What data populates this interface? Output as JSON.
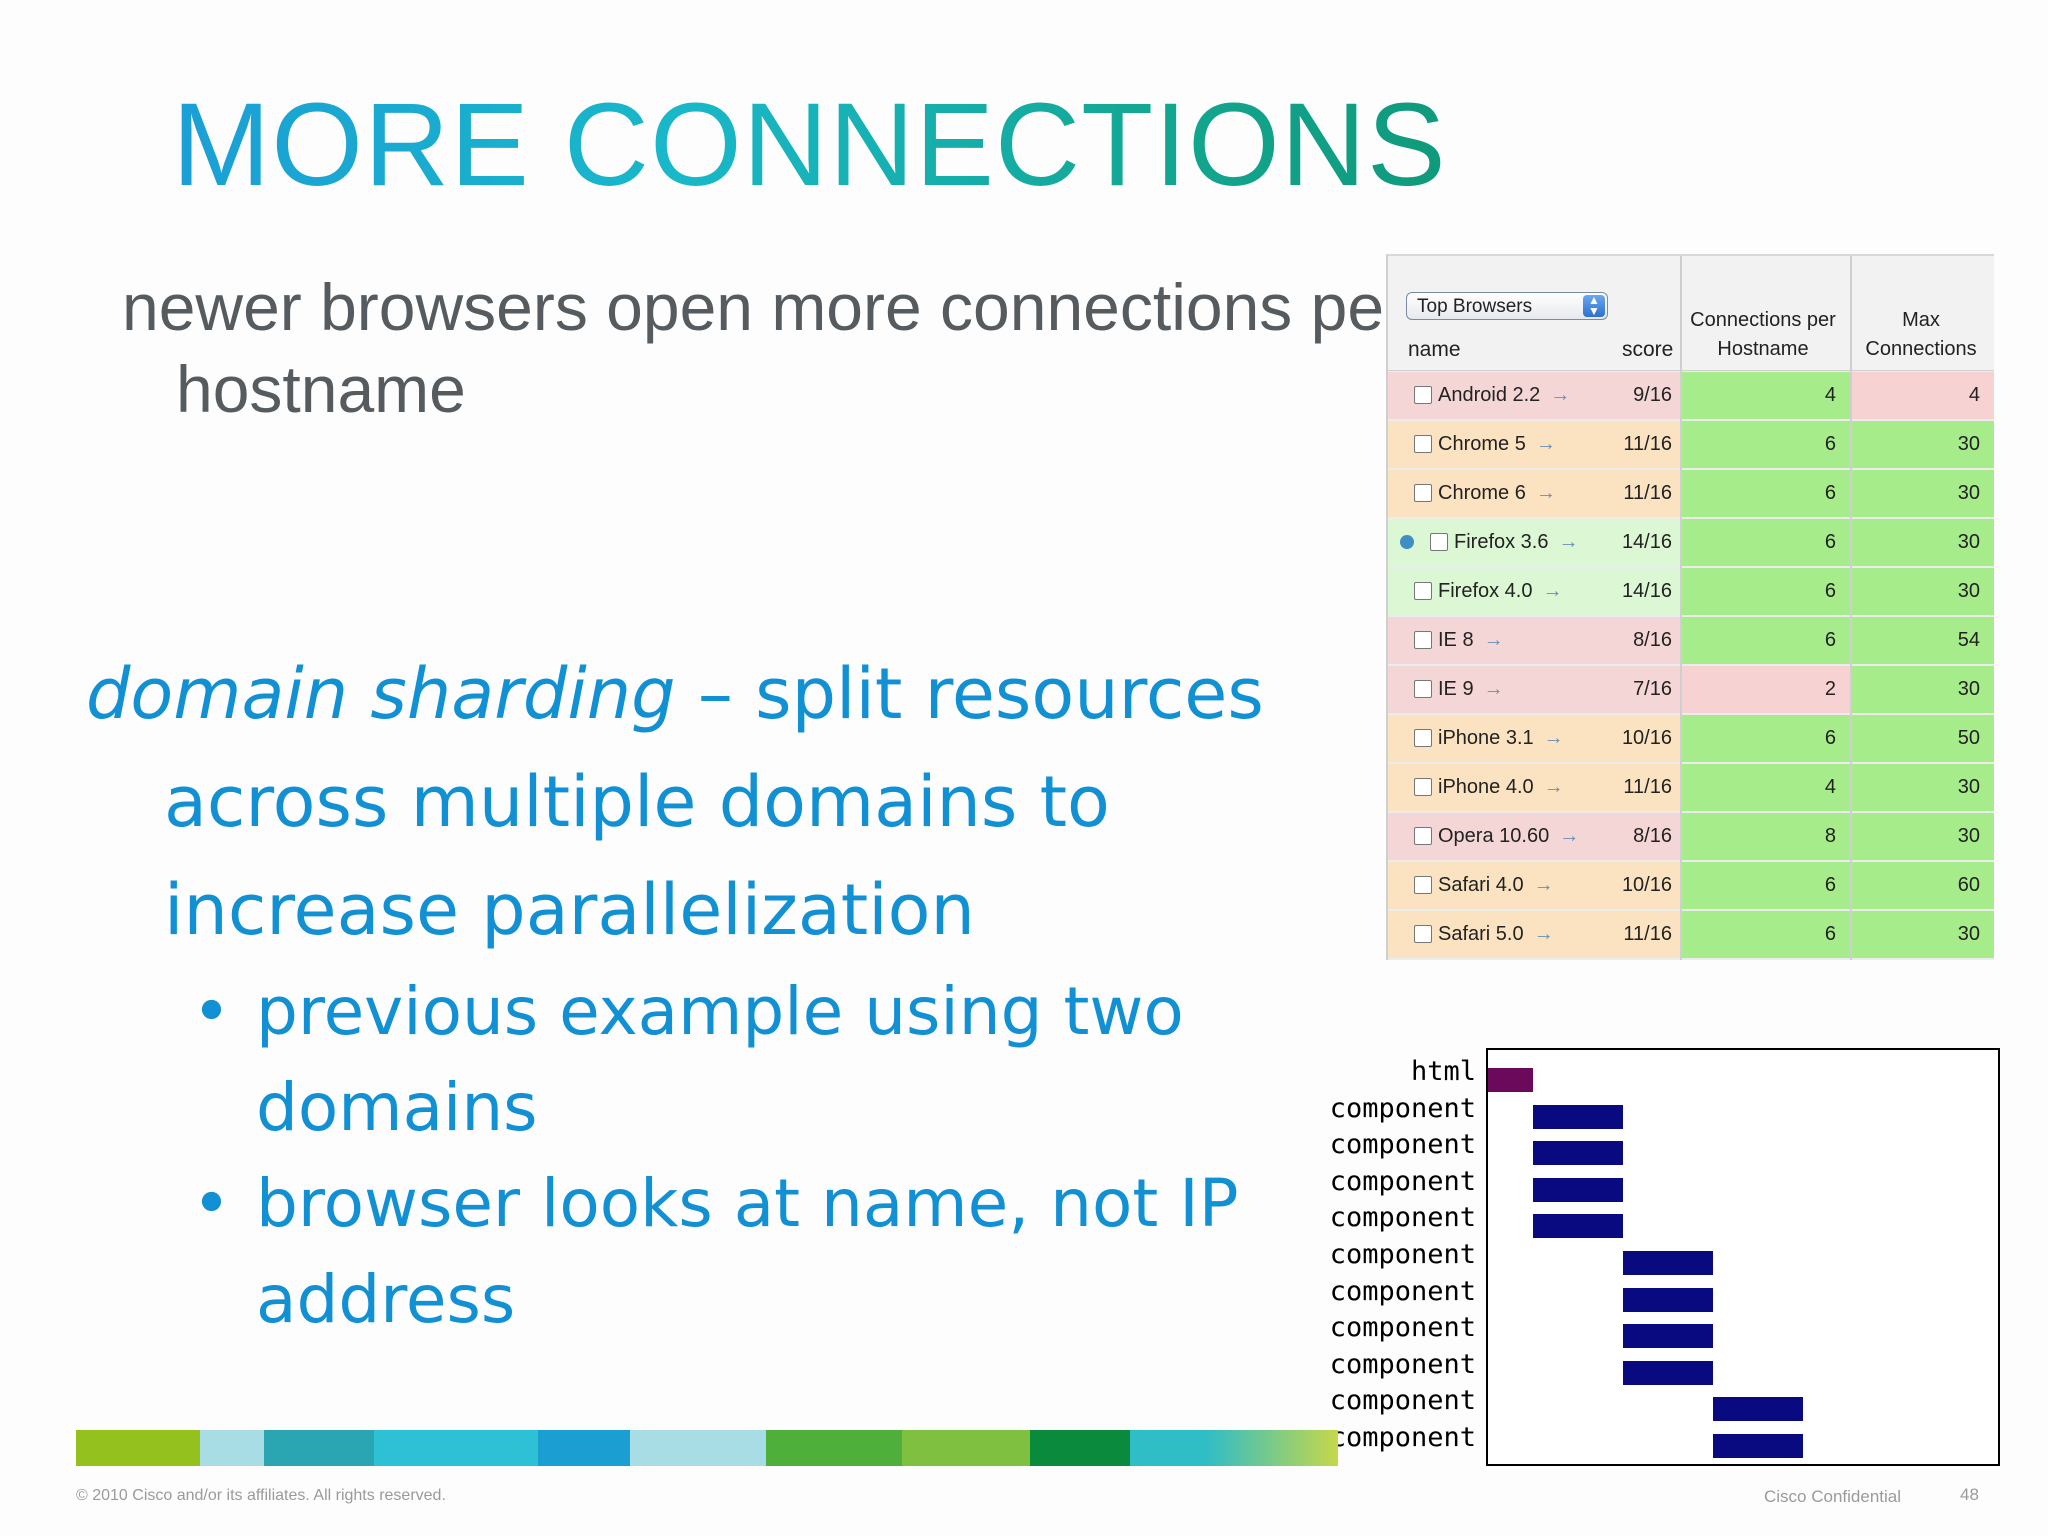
{
  "slide": {
    "title": "MORE CONNECTIONS",
    "intro": "newer browsers open more connections per hostname",
    "sharding_term": "domain sharding",
    "sharding_rest": " – split resources across multiple domains to increase parallelization",
    "bullets": [
      "previous example using two domains",
      "browser looks at name, not IP address"
    ],
    "bullet_glyph": "•"
  },
  "browser_table": {
    "dropdown": "Top Browsers",
    "headers": {
      "name": "name",
      "score": "score",
      "connections_per_hostname": "Connections per Hostname",
      "max_connections": "Max Connections"
    },
    "rows": [
      {
        "name": "Android 2.2",
        "score": "9/16",
        "per_host": "4",
        "max": "4",
        "name_bg": "#f5d6d6",
        "cph_bg": "#a6ec8a",
        "max_bg": "#f7d2d2",
        "marker": false
      },
      {
        "name": "Chrome 5",
        "score": "11/16",
        "per_host": "6",
        "max": "30",
        "name_bg": "#fbe3c2",
        "cph_bg": "#a6ec8a",
        "max_bg": "#a6ec8a",
        "marker": false
      },
      {
        "name": "Chrome 6",
        "score": "11/16",
        "per_host": "6",
        "max": "30",
        "name_bg": "#fbe3c2",
        "cph_bg": "#a6ec8a",
        "max_bg": "#a6ec8a",
        "marker": false
      },
      {
        "name": "Firefox 3.6",
        "score": "14/16",
        "per_host": "6",
        "max": "30",
        "name_bg": "#dcf7d4",
        "cph_bg": "#a6ec8a",
        "max_bg": "#a6ec8a",
        "marker": true
      },
      {
        "name": "Firefox 4.0",
        "score": "14/16",
        "per_host": "6",
        "max": "30",
        "name_bg": "#dcf7d4",
        "cph_bg": "#a6ec8a",
        "max_bg": "#a6ec8a",
        "marker": false
      },
      {
        "name": "IE 8",
        "score": "8/16",
        "per_host": "6",
        "max": "54",
        "name_bg": "#f5d6d6",
        "cph_bg": "#a6ec8a",
        "max_bg": "#a6ec8a",
        "marker": false
      },
      {
        "name": "IE 9",
        "score": "7/16",
        "per_host": "2",
        "max": "30",
        "name_bg": "#f5d6d6",
        "cph_bg": "#f7d2d2",
        "max_bg": "#a6ec8a",
        "marker": false
      },
      {
        "name": "iPhone 3.1",
        "score": "10/16",
        "per_host": "6",
        "max": "50",
        "name_bg": "#fbe3c2",
        "cph_bg": "#a6ec8a",
        "max_bg": "#a6ec8a",
        "marker": false
      },
      {
        "name": "iPhone 4.0",
        "score": "11/16",
        "per_host": "4",
        "max": "30",
        "name_bg": "#fbe3c2",
        "cph_bg": "#a6ec8a",
        "max_bg": "#a6ec8a",
        "marker": false
      },
      {
        "name": "Opera 10.60",
        "score": "8/16",
        "per_host": "8",
        "max": "30",
        "name_bg": "#f5d6d6",
        "cph_bg": "#a6ec8a",
        "max_bg": "#a6ec8a",
        "marker": false
      },
      {
        "name": "Safari 4.0",
        "score": "10/16",
        "per_host": "6",
        "max": "60",
        "name_bg": "#fbe3c2",
        "cph_bg": "#a6ec8a",
        "max_bg": "#a6ec8a",
        "marker": false
      },
      {
        "name": "Safari 5.0",
        "score": "11/16",
        "per_host": "6",
        "max": "30",
        "name_bg": "#fbe3c2",
        "cph_bg": "#a6ec8a",
        "max_bg": "#a6ec8a",
        "marker": false
      }
    ],
    "arrow_glyph": "→"
  },
  "waterfall": {
    "rows": [
      {
        "label": "html",
        "start": 0,
        "end": 1,
        "color": "#6b0a5a"
      },
      {
        "label": "component",
        "start": 1,
        "end": 3,
        "color": "#0a0a80"
      },
      {
        "label": "component",
        "start": 1,
        "end": 3,
        "color": "#0a0a80"
      },
      {
        "label": "component",
        "start": 1,
        "end": 3,
        "color": "#0a0a80"
      },
      {
        "label": "component",
        "start": 1,
        "end": 3,
        "color": "#0a0a80"
      },
      {
        "label": "component",
        "start": 3,
        "end": 5,
        "color": "#0a0a80"
      },
      {
        "label": "component",
        "start": 3,
        "end": 5,
        "color": "#0a0a80"
      },
      {
        "label": "component",
        "start": 3,
        "end": 5,
        "color": "#0a0a80"
      },
      {
        "label": "component",
        "start": 3,
        "end": 5,
        "color": "#0a0a80"
      },
      {
        "label": "component",
        "start": 5,
        "end": 7,
        "color": "#0a0a80"
      },
      {
        "label": "component",
        "start": 5,
        "end": 7,
        "color": "#0a0a80"
      }
    ]
  },
  "stripe_colors": [
    "#95c11f",
    "#a9dde5",
    "#2aa6b2",
    "#2ec0d4",
    "#1b9ed2",
    "#a9dde5",
    "#4faf3b",
    "#7fc041",
    "#0a8a3c",
    "#2fbdc6",
    "#c5d84a"
  ],
  "footer": {
    "copyright": "© 2010 Cisco and/or its affiliates. All rights reserved.",
    "confidential": "Cisco Confidential",
    "page": "48"
  }
}
